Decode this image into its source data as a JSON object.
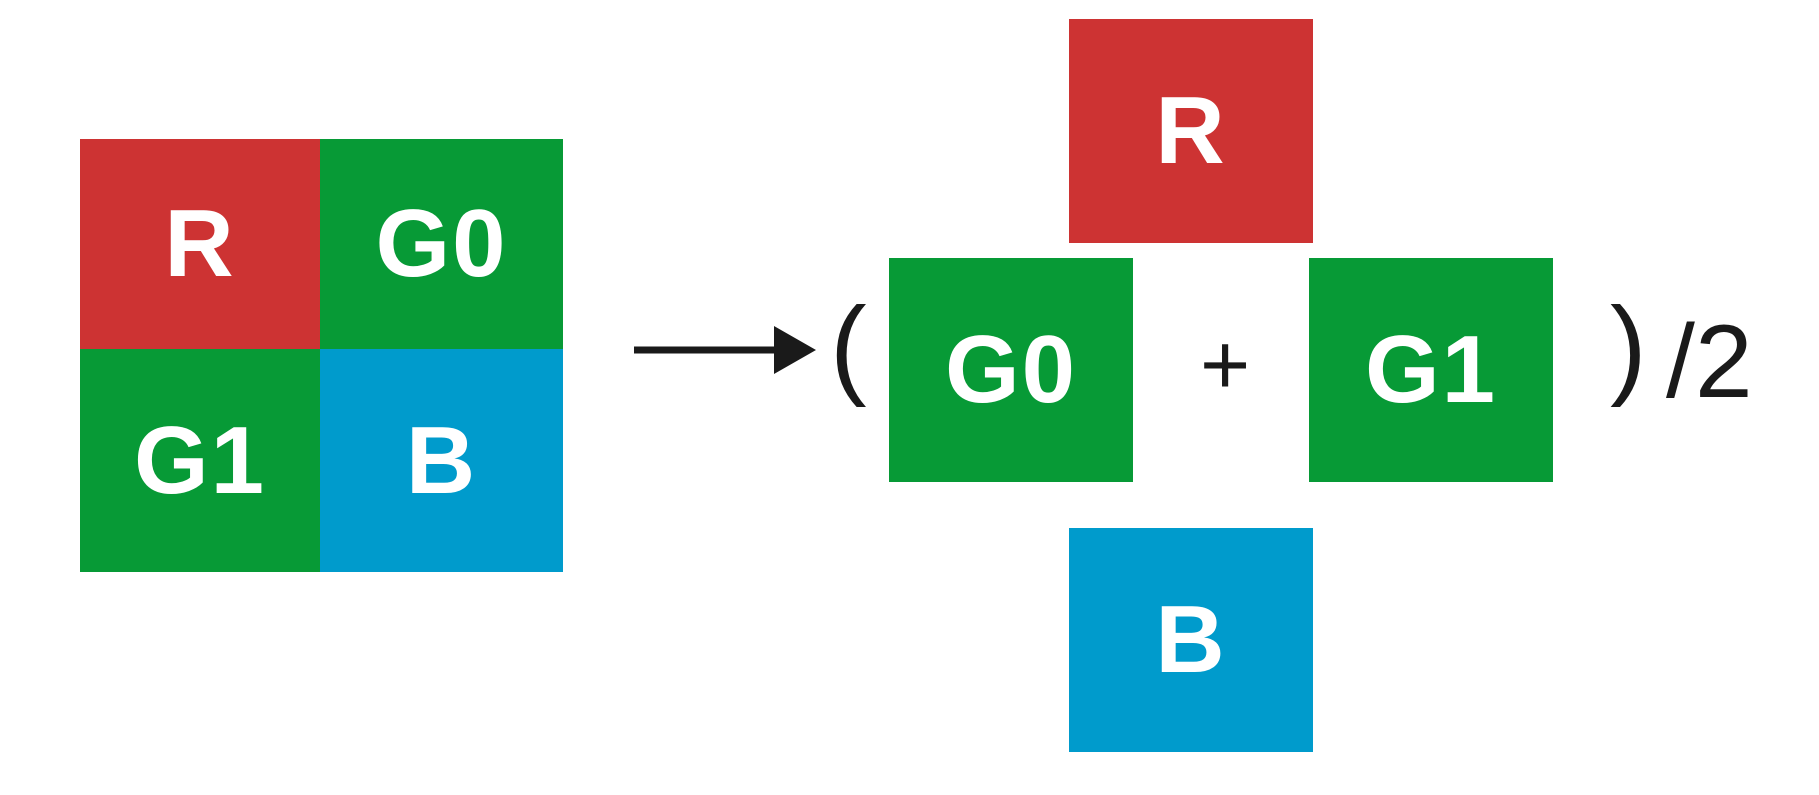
{
  "bayer_block": {
    "top_left": "R",
    "top_right": "G0",
    "bottom_left": "G1",
    "bottom_right": "B"
  },
  "formula": {
    "top": "R",
    "left_open_paren": "(",
    "left": "G0",
    "plus": "+",
    "right": "G1",
    "right_close_paren": ")",
    "divide": "/2",
    "bottom": "B"
  },
  "colors": {
    "red": "#cd3333",
    "green": "#079a36",
    "blue": "#009bcc",
    "ink": "#1a1a1a"
  },
  "icons": {
    "arrow": "right-arrow-icon"
  }
}
